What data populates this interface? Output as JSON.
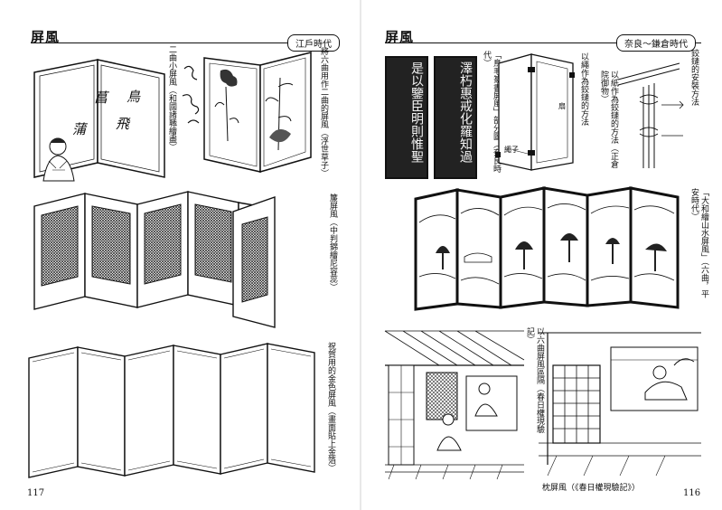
{
  "left_page": {
    "title": "屏風",
    "era_badge": "江戶時代",
    "page_number": "117",
    "captions": {
      "two_panel": "二曲小屏風（和國諸職繪盡）",
      "six_panel": "將六曲用作二曲的屏風（浮世草子）",
      "lattice": "簾屏風（中判錦繪尼容蕊）",
      "gold": "祝賀用的金色屏風（畫面貼上金箔）"
    },
    "calligraphy": [
      "菖",
      "蒲",
      "鳥",
      "飛"
    ]
  },
  "right_page": {
    "title": "屏風",
    "era_badge": "奈良～鎌倉時代",
    "page_number": "116",
    "captions": {
      "inscription": "「鳥毛篆書屏風」部分圖（奈良時代）",
      "hinge_methods": "鉸鏈的安裝方法",
      "rope_hinge": "以繩作為鉸鏈的方法",
      "paper_hinge": "以紙作為鉸鏈的方法（正倉院御物）",
      "landscape": "「大和繪山水屏風」（六曲，平安時代）",
      "scene_left": "以六曲屏風區隔（春日權現驗記）",
      "scene_right": "枕屏風（《春日權現驗記》）"
    },
    "labels": {
      "panel": "扇",
      "rope": "繩子"
    },
    "inscription_chars": [
      "是",
      "以",
      "鑒",
      "臣",
      "明",
      "則",
      "惟",
      "聖",
      "澤",
      "朽",
      "惠",
      "戒",
      "化",
      "羅",
      "知",
      "過"
    ]
  }
}
